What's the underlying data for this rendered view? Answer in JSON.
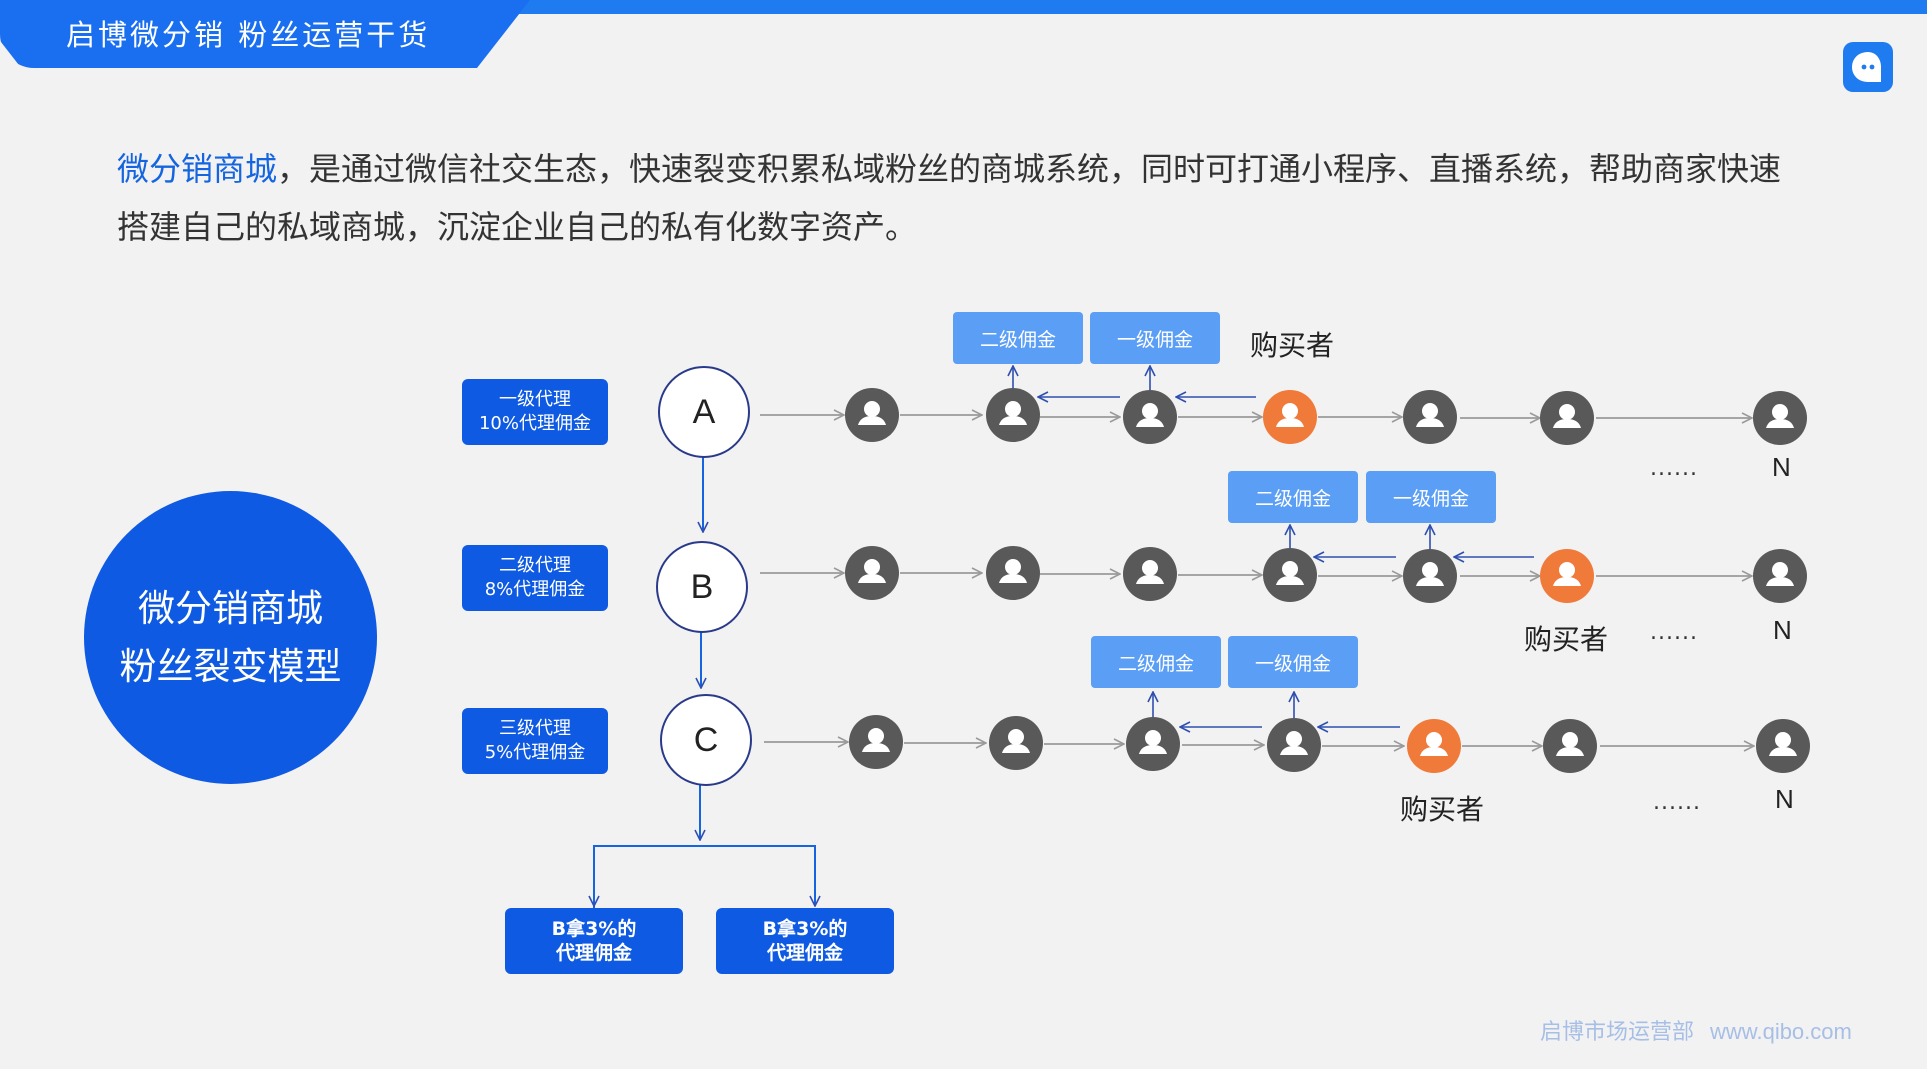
{
  "header": {
    "title": "启博微分销 粉丝运营干货"
  },
  "intro": {
    "highlight": "微分销商城",
    "line1": "，是通过微信社交生态，快速裂变积累私域粉丝的商城系统，同时可打通小程序、直播系统，帮助商家快速",
    "line2": "搭建自己的私域商城，沉淀企业自己的私有化数字资产。"
  },
  "model": {
    "line1": "微分销商城",
    "line2": "粉丝裂变模型"
  },
  "agents": [
    {
      "line1": "一级代理",
      "line2": "10%代理佣金"
    },
    {
      "line1": "二级代理",
      "line2": "8%代理佣金"
    },
    {
      "line1": "三级代理",
      "line2": "5%代理佣金"
    }
  ],
  "levels": [
    "A",
    "B",
    "C"
  ],
  "commissions": {
    "second": "二级佣金",
    "first": "一级佣金"
  },
  "buyer_label": "购买者",
  "ellipsis": "......",
  "end_label": "N",
  "bottom_boxes": [
    {
      "line1": "B拿3%的",
      "line2": "代理佣金"
    },
    {
      "line1": "B拿3%的",
      "line2": "代理佣金"
    }
  ],
  "footer": {
    "dept": "启博市场运营部",
    "site": "www.qibo.com"
  },
  "colors": {
    "brand": "#0f5ae3",
    "commission": "#5b9ef5",
    "user_node": "#595959",
    "buyer_node": "#f07a3a",
    "arrow": "#9a9a9a"
  },
  "icons": {
    "user": "user-icon",
    "chat": "chat-icon"
  }
}
